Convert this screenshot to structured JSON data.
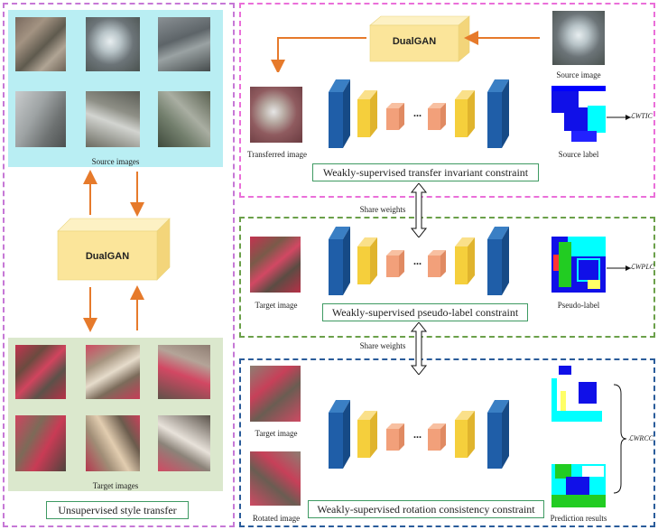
{
  "left_panel": {
    "source_caption": "Source images",
    "target_caption": "Target images",
    "gan_label": "DualGAN",
    "title": "Unsupervised style transfer"
  },
  "top_panel": {
    "gan_label": "DualGAN",
    "source_image_label": "Source image",
    "source_label_label": "Source label",
    "transferred_label": "Transferred image",
    "loss_label": "ℒWTIC",
    "title": "Weakly-supervised transfer invariant constraint"
  },
  "mid_panel": {
    "target_image_label": "Target image",
    "pseudo_label_label": "Pseudo-label",
    "loss_label": "ℒWPLC",
    "title": "Weakly-supervised pseudo-label constraint"
  },
  "bottom_panel": {
    "target_image_label": "Target image",
    "rotated_label": "Rotated image",
    "prediction_label": "Prediction results",
    "loss_label": "ℒWRCC",
    "title": "Weakly-supervised rotation consistency constraint"
  },
  "share_weights_1": "Share weights",
  "share_weights_2": "Share weights",
  "ellipsis": "...",
  "colors": {
    "left_border": "#c678d6",
    "top_border": "#ea6fd9",
    "mid_border": "#6ba04a",
    "bottom_border": "#2a5c9a",
    "source_bg": "#b9eef3",
    "target_bg": "#dbe8cd",
    "arrow": "#e67a2b",
    "dark_blue": "#1f5ea8",
    "yellow": "#f5cf3c",
    "salmon": "#f2a07a",
    "gan": "#fbe59a"
  }
}
